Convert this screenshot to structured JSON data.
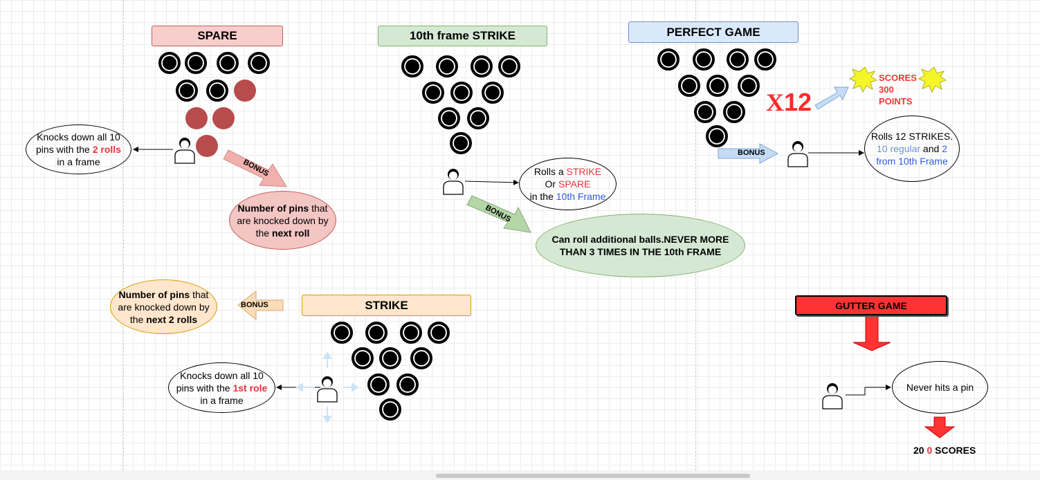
{
  "spare": {
    "title": "SPARE",
    "note_pre": "Knocks down all 10 pins with the ",
    "note_hl": "2 rolls",
    "note_post": " in a frame",
    "bonus": "BONUS",
    "bonus_b1": "Number of pins",
    "bonus_t1": " that are knocked down by the ",
    "bonus_b2": "next roll"
  },
  "tenth": {
    "title": "10th frame STRIKE",
    "l1": "Rolls a ",
    "l1_hl": "STRIKE",
    "l2": "Or ",
    "l2_hl": "SPARE",
    "l3": "in the ",
    "l3_hl": "10th Frame",
    "bonus": "BONUS",
    "bonus_text": "Can roll additional balls.NEVER MORE THAN 3 TIMES IN THE 10th FRAME"
  },
  "perfect": {
    "title": "PERFECT GAME",
    "multiplier": "X",
    "multiplier_num": "12",
    "scores": "SCORES\n300\nPOINTS",
    "bonus": "BONUS",
    "l1": "Rolls 12 STRIKES.",
    "l2a": "10 regular",
    "l2b": " and ",
    "l2c": "2",
    "l3": "from 10th Frame"
  },
  "strike": {
    "title": "STRIKE",
    "bonus": "BONUS",
    "bonus_b1": "Number of pins",
    "bonus_t1": " that are knocked down by the ",
    "bonus_b2": "next 2 rolls",
    "note_pre": "Knocks down all 10 pins with the ",
    "note_hl": "1st role",
    "note_post": " in a frame"
  },
  "gutter": {
    "title": "GUTTER GAME",
    "note": "Never hits a pin",
    "score_a": "20 ",
    "score_b": "0",
    "score_c": " SCORES"
  },
  "colors": {
    "spare": "#f8cecc",
    "tenth": "#d5e8d4",
    "perfect": "#dae8fc",
    "strike": "#ffe6cc",
    "gutter": "#ff3333",
    "highlight_red": "#e8323a",
    "highlight_blue": "#2a5bd8"
  }
}
